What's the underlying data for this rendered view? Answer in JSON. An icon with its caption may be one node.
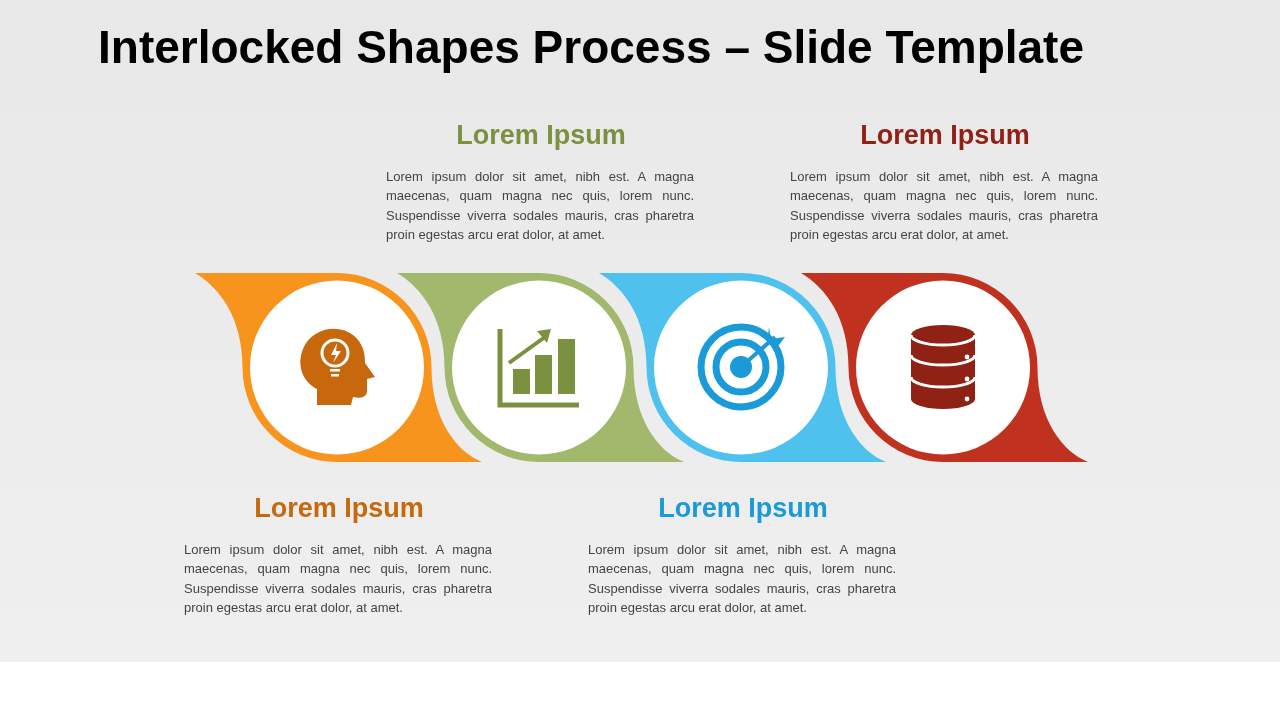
{
  "diagram": {
    "title": "Interlocked Shapes Process – Slide Template",
    "nodes": [
      {
        "text": [
          "Lorem Ipsum",
          "Lorem ipsum dolor sit amet, nibh est. A magna maecenas, quam magna nec quis, lorem nunc. Suspendisse viverra sodales mauris, cras pharetra proin egestas arcu erat dolor, at amet."
        ]
      },
      {
        "text": [
          "Lorem Ipsum",
          "Lorem ipsum dolor sit amet, nibh est. A magna maecenas, quam magna nec quis, lorem nunc. Suspendisse viverra sodales mauris, cras pharetra proin egestas arcu erat dolor, at amet."
        ]
      },
      {
        "text": [
          "Lorem Ipsum",
          "Lorem ipsum dolor sit amet, nibh est. A magna maecenas, quam magna nec quis, lorem nunc. Suspendisse viverra sodales mauris, cras pharetra proin egestas arcu erat dolor, at amet."
        ]
      },
      {
        "text": [
          "Lorem Ipsum",
          "Lorem ipsum dolor sit amet, nibh est. A magna maecenas, quam magna nec quis, lorem nunc. Suspendisse viverra sodales mauris, cras pharetra proin egestas arcu erat dolor, at amet."
        ]
      }
    ],
    "edges": []
  }
}
